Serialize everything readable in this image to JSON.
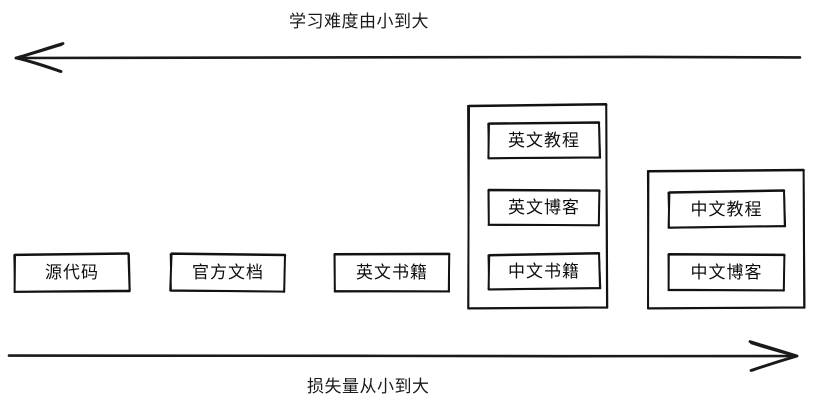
{
  "diagram": {
    "title_top": "学习难度由小到大",
    "title_bottom": "损失量从小到大",
    "style": "hand-drawn-sketch",
    "stroke_color": "#1a1a1a",
    "background_color": "#ffffff",
    "top_axis": {
      "label": "学习难度由小到大",
      "direction": "left",
      "arrowhead": "left-end"
    },
    "bottom_axis": {
      "label": "损失量从小到大",
      "direction": "right",
      "arrowhead": "right-end"
    },
    "nodes": [
      {
        "label": "源代码"
      },
      {
        "label": "官方文档"
      },
      {
        "label": "英文书籍"
      },
      {
        "label": "英文教程"
      },
      {
        "label": "英文博客"
      },
      {
        "label": "中文书籍"
      },
      {
        "label": "中文教程"
      },
      {
        "label": "中文博客"
      }
    ],
    "groups": [
      {
        "name": "group-english-cluster",
        "members": [
          "英文教程",
          "英文博客",
          "中文书籍"
        ]
      },
      {
        "name": "group-chinese-cluster",
        "members": [
          "中文教程",
          "中文博客"
        ]
      }
    ]
  }
}
